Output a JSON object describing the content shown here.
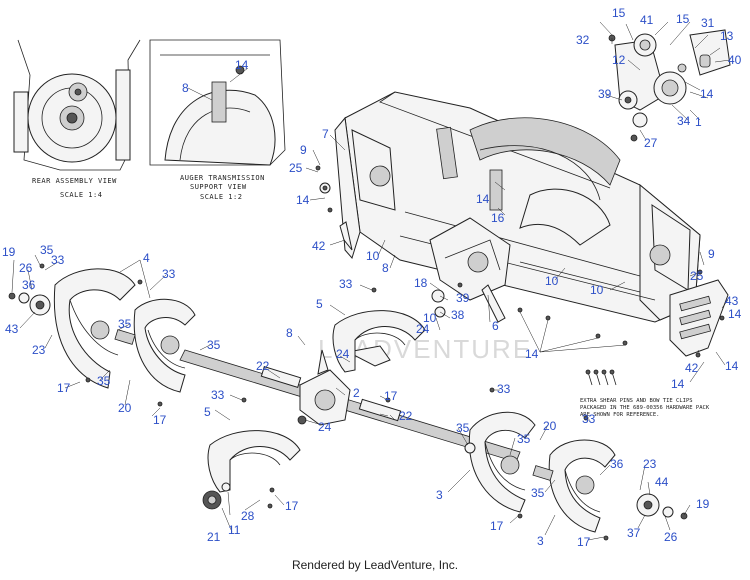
{
  "footer": "Rendered by LeadVenture, Inc.",
  "watermark": "LEADVENTURE",
  "views": {
    "rear": {
      "title": "REAR ASSEMBLY VIEW",
      "scale": "SCALE 1:4"
    },
    "auger": {
      "title": "AUGER TRANSMISSION",
      "title2": "SUPPORT VIEW",
      "scale": "SCALE 1:2"
    }
  },
  "note": [
    "EXTRA SHEAR PINS AND BOW TIE CLIPS",
    "PACKAGED IN THE 689-00356 HARDWARE PACK",
    "ARE SHOWN FOR REFERENCE."
  ],
  "callouts": [
    "1",
    "2",
    "3",
    "3",
    "4",
    "5",
    "5",
    "6",
    "7",
    "8",
    "8",
    "8",
    "9",
    "9",
    "10",
    "10",
    "10",
    "10",
    "11",
    "12",
    "13",
    "14",
    "14",
    "14",
    "14",
    "14",
    "14",
    "14",
    "14",
    "15",
    "15",
    "16",
    "17",
    "17",
    "17",
    "17",
    "17",
    "17",
    "18",
    "19",
    "19",
    "20",
    "20",
    "21",
    "22",
    "22",
    "23",
    "23",
    "24",
    "24",
    "24",
    "25",
    "25",
    "26",
    "26",
    "27",
    "28",
    "31",
    "32",
    "33",
    "33",
    "33",
    "33",
    "33",
    "33",
    "34",
    "35",
    "35",
    "35",
    "35",
    "35",
    "35",
    "35",
    "36",
    "36",
    "37",
    "38",
    "39",
    "39",
    "40",
    "41",
    "42",
    "42",
    "43",
    "43",
    "44"
  ],
  "colors": {
    "label": "#2c4fc7",
    "line": "#222222"
  }
}
